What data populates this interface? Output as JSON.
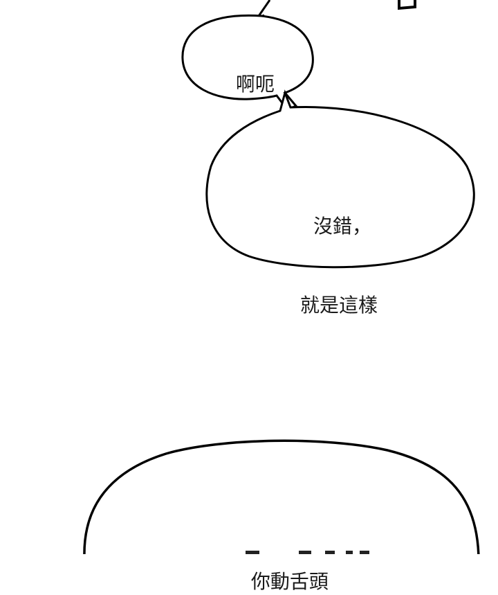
{
  "panel": {
    "background": "#ffffff",
    "stroke_color": "#000000"
  },
  "bubbles": [
    {
      "id": "bubble-1",
      "lines": [
        "啊呃"
      ]
    },
    {
      "id": "bubble-2",
      "lines": [
        "沒錯，",
        "就是這樣"
      ]
    },
    {
      "id": "bubble-3",
      "lines": [
        "你動舌頭"
      ]
    }
  ]
}
